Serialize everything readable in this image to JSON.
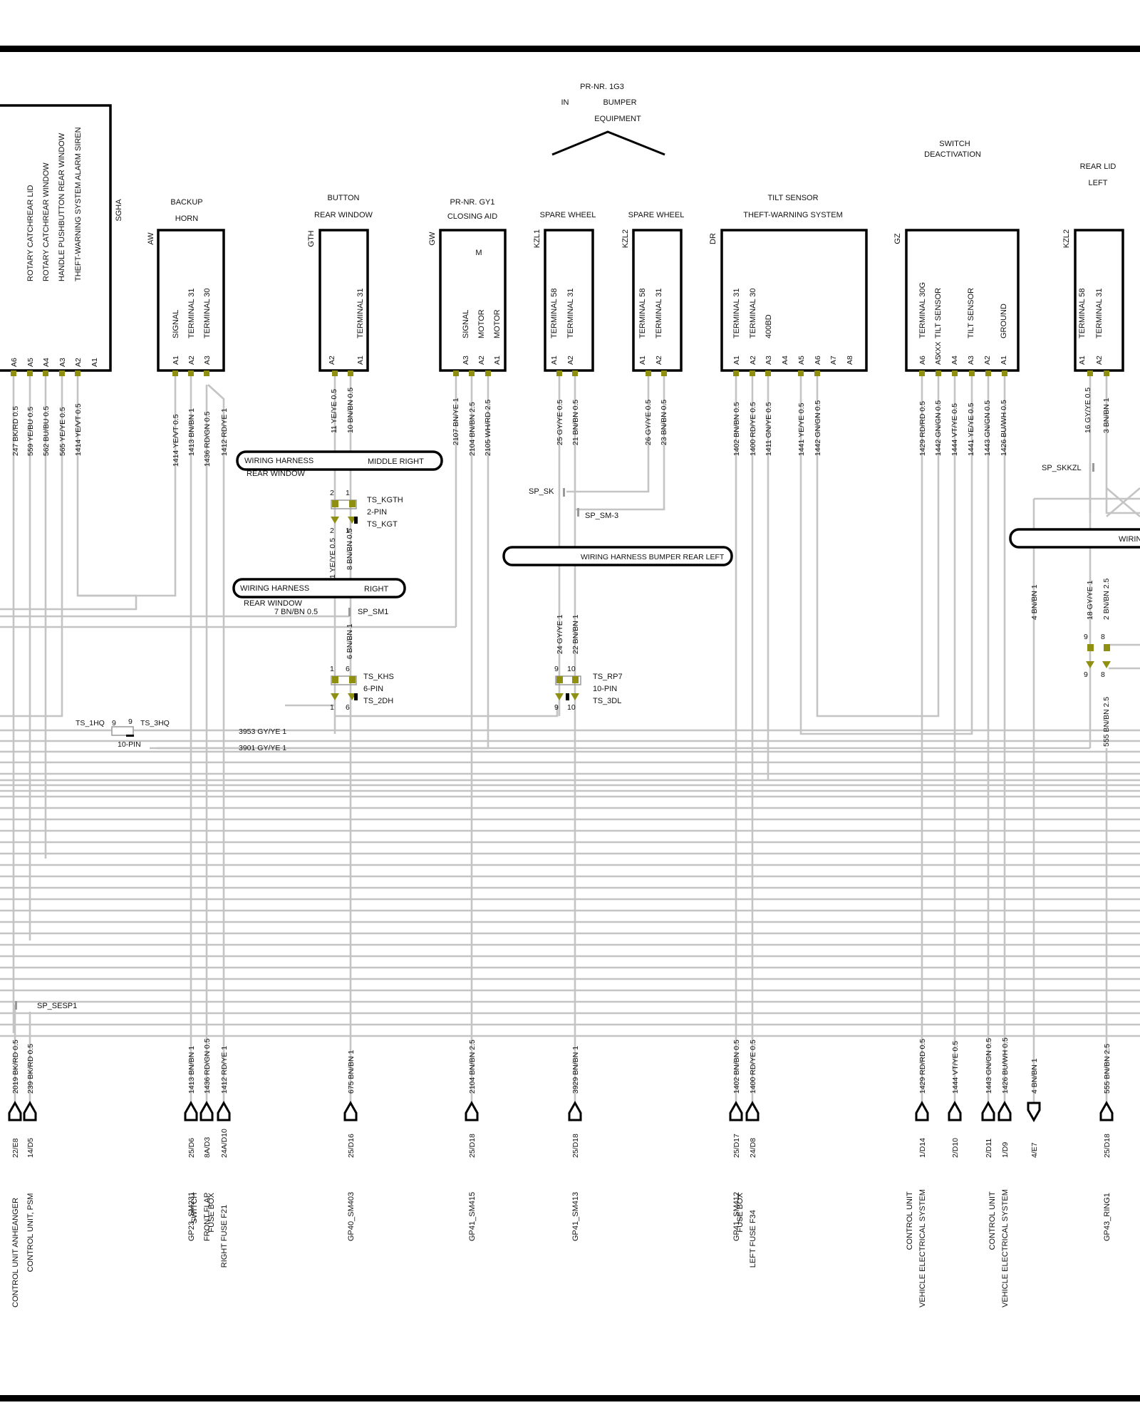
{
  "equipment": {
    "line1": "PR-NR. 1G3",
    "line2a": "IN",
    "line2b": "BUMPER",
    "line3": "EQUIPMENT"
  },
  "sgha": {
    "code": "SGHA",
    "labels": [
      "ROTARY CATCHREAR LID",
      "ROTARY CATCHREAR WINDOW",
      "HANDLE PUSHBUTTON   REAR WINDOW",
      "THEFT-WARNING SYSTEM   ALARM SIREN"
    ],
    "pins": [
      "A6",
      "A5",
      "A4",
      "A3",
      "A2",
      "A1"
    ],
    "wires": [
      "247 BK/RD 0.5",
      "559 YE/BU 0.5",
      "562 BU/BU 0.5",
      "565 YE/YE 0.5",
      "1414 YE/VT 0.5"
    ]
  },
  "components": [
    {
      "id": "aw",
      "code": "AW",
      "title": [
        "BACKUP",
        "HORN"
      ],
      "labels": [
        "SIGNAL",
        "TERMINAL 31",
        "TERMINAL 30"
      ],
      "pins": [
        "A1",
        "A2",
        "A3"
      ],
      "wires": [
        "1414 YE/VT 0.5",
        "1413 BN/BN 1",
        "1436 RD/GN 0.5",
        "1412 RD/YE 1"
      ]
    },
    {
      "id": "gth",
      "code": "GTH",
      "title": [
        "BUTTON",
        "REAR WINDOW"
      ],
      "labels": [
        "TERMINAL 31"
      ],
      "pins": [
        "A2",
        "A1"
      ],
      "wires": [
        "11 YE/YE 0.5",
        "10 BN/BN 0.5"
      ]
    },
    {
      "id": "gw",
      "code": "GW",
      "title": [
        "PR-NR. GY1",
        "CLOSING AID"
      ],
      "motor": "M",
      "labels": [
        "SIGNAL",
        "MOTOR",
        "MOTOR"
      ],
      "pins": [
        "A3",
        "A2",
        "A1"
      ],
      "wires": [
        "2107 BN/YE 1",
        "2104 BN/BN 2.5",
        "2105 WH/RD 2.5"
      ]
    },
    {
      "id": "kzl1",
      "code": "KZL1",
      "title": [
        "SPARE WHEEL"
      ],
      "labels": [
        "TERMINAL 58",
        "TERMINAL 31"
      ],
      "pins": [
        "A1",
        "A2"
      ],
      "wires": [
        "25 GY/YE 0.5",
        "21 BN/BN 0.5"
      ]
    },
    {
      "id": "kzl2a",
      "code": "KZL2",
      "title": [
        "SPARE WHEEL"
      ],
      "labels": [
        "TERMINAL 58",
        "TERMINAL 31"
      ],
      "pins": [
        "A1",
        "A2"
      ],
      "wires": [
        "26 GY/YE 0.5",
        "23 BN/BN 0.5"
      ]
    },
    {
      "id": "dr",
      "code": "DR",
      "title": [
        "TILT SENSOR",
        "THEFT-WARNING SYSTEM"
      ],
      "labels": [
        "TERMINAL 31",
        "TERMINAL 30",
        "400BD"
      ],
      "pins": [
        "A1",
        "A2",
        "A3",
        "A4",
        "A5",
        "A6",
        "A7",
        "A8"
      ],
      "wires": [
        "1402 BN/BN 0.5",
        "1400 RD/YE 0.5",
        "1411 GN/YE 0.5",
        "1441 YE/YE 0.5",
        "1442 GN/GN 0.5"
      ]
    },
    {
      "id": "gz",
      "code": "GZ",
      "title": [
        "SWITCH",
        "DEACTIVATION"
      ],
      "labels": [
        "TERMINAL 30G",
        "TILT SENSOR",
        "TILT SENSOR",
        "GROUND"
      ],
      "extra": "XXX",
      "pins": [
        "A6",
        "A5",
        "A4",
        "A3",
        "A2",
        "A1"
      ],
      "wires": [
        "1429 RD/RD 0.5",
        "1442 GN/GN 0.5",
        "1444 VT/YE 0.5",
        "1441 YE/YE 0.5",
        "1443 GN/GN 0.5",
        "1426 BU/WH 0.5"
      ]
    },
    {
      "id": "kzl2b",
      "code": "KZL2",
      "title": [
        "REAR LID",
        "LEFT"
      ],
      "labels": [
        "TERMINAL 58",
        "TERMINAL 31"
      ],
      "pins": [
        "A1",
        "A2"
      ],
      "wires": [
        "16 GY/YE 0.5",
        "3 BN/BN 1"
      ]
    }
  ],
  "harnesses": {
    "h1": {
      "a": "WIRING HARNESS",
      "b": "MIDDLE   RIGHT",
      "sub": "REAR WINDOW"
    },
    "h2": {
      "a": "WIRING HARNESS",
      "b": "RIGHT",
      "sub": "REAR WINDOW"
    },
    "h3": {
      "a": "WIRING HARNESS  BUMPER  REAR LEFT"
    },
    "h4": {
      "a": "WIRIN"
    }
  },
  "connectors": {
    "kgth": {
      "n1": "TS_KGTH",
      "n2": "2-PIN",
      "n3": "TS_KGT",
      "p": [
        "2",
        "1",
        "2",
        "1"
      ]
    },
    "khs": {
      "n1": "TS_KHS",
      "n2": "6-PIN",
      "n3": "TS_2DH",
      "p": [
        "1",
        "6",
        "1",
        "6"
      ]
    },
    "rp7": {
      "n1": "TS_RP7",
      "n2": "10-PIN",
      "n3": "TS_3DL",
      "p": [
        "9",
        "10",
        "9",
        "10"
      ]
    },
    "ts1hq": {
      "a": "TS_1HQ",
      "b": "TS_3HQ",
      "c": "10-PIN",
      "p": [
        "9",
        "9"
      ]
    },
    "rl": {
      "p": [
        "9",
        "8",
        "9",
        "8"
      ]
    }
  },
  "splices": [
    "SP_SM1",
    "SP_SK",
    "SP_SM-3",
    "SP_SKKZL",
    "SP_SESP1"
  ],
  "wires_mid": [
    "1 YE/YE 0.5",
    "8 BN/BN 0.5",
    "7 BN/BN 0.5",
    "6 BN/BN 1",
    "24 GY/YE 1",
    "22 BN/BN 1",
    "3953 GY/YE 1",
    "3901 GY/YE 1",
    "4 BN/BN 1",
    "18 GY/YE 1",
    "2 BN/BN 2.5",
    "555 BN/BN 2.5"
  ],
  "bottom": [
    {
      "wire": "2019 BK/RD 0.5",
      "ref": "22/E8",
      "dest": [
        "CONTROL UNIT    ANHEANGER"
      ]
    },
    {
      "wire": "239 BK/RD 0.5",
      "ref": "14/D5",
      "dest": [
        "CONTROL UNIT, PSM"
      ]
    },
    {
      "wire": "1413 BN/BN 1",
      "ref": "25/D6",
      "dest": [
        "GP23_SM231"
      ]
    },
    {
      "wire": "1436 RD/GN 0.5",
      "ref": "8A/D3",
      "dest": [
        "SWITCH",
        "FRONT FLAP"
      ]
    },
    {
      "wire": "1412 RD/YE 1",
      "ref": "24A/D10",
      "dest": [
        "FUSE BOX",
        "RIGHT   FUSE F21"
      ]
    },
    {
      "wire": "675 BN/BN 1",
      "ref": "25/D16",
      "dest": [
        "GP40_SM403"
      ]
    },
    {
      "wire": "2104 BN/BN 2.5",
      "ref": "25/D18",
      "dest": [
        "GP41_SM415"
      ]
    },
    {
      "wire": "3929 BN/BN 1",
      "ref": "25/D18",
      "dest": [
        "GP41_SM413"
      ]
    },
    {
      "wire": "1402 BN/BN 0.5",
      "ref": "25/D17",
      "dest": [
        "GP41_SM412"
      ]
    },
    {
      "wire": "1400 RD/YE 0.5",
      "ref": "24/D8",
      "dest": [
        "FUSE BOX",
        "LEFT    FUSE F34"
      ]
    },
    {
      "wire": "1429 RD/RD 0.5",
      "ref": "1/D14",
      "dest": [
        "CONTROL UNIT",
        "VEHICLE ELECTRICAL SYSTEM"
      ]
    },
    {
      "wire": "1444 VT/YE 0.5",
      "ref": "2/D10",
      "dest": []
    },
    {
      "wire": "1443 GN/GN 0.5",
      "ref": "2/D11",
      "dest": []
    },
    {
      "wire": "1426 BU/WH 0.5",
      "ref": "1/D9",
      "dest": [
        "CONTROL UNIT",
        "VEHICLE ELECTRICAL SYSTEM"
      ]
    },
    {
      "wire": "4 BN/BN 1",
      "ref": "4/E7",
      "dest": []
    },
    {
      "wire": "555 BN/BN 2.5",
      "ref": "25/D18",
      "dest": [
        "GP43_RING1"
      ]
    }
  ]
}
